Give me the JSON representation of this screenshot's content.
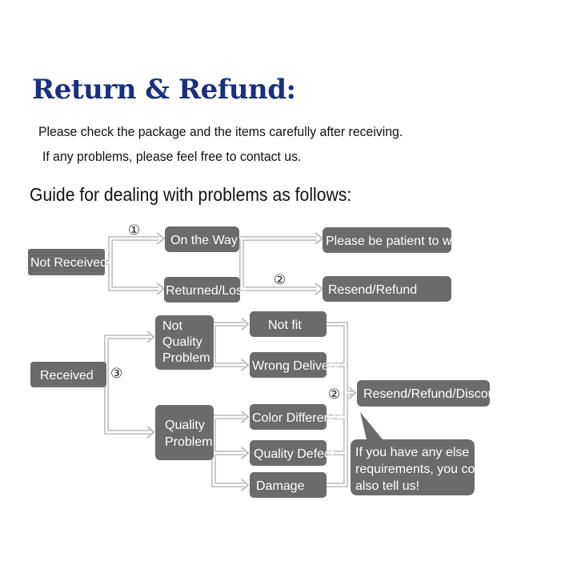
{
  "title": "Return & Refund:",
  "intro_line1": "Please check the package and the items carefully after receiving.",
  "intro_line2": "If any problems, please feel free to contact us.",
  "guide_heading": "Guide for dealing with problems as follows:",
  "markers": {
    "one": "①",
    "two": "②",
    "three": "③"
  },
  "nodes": {
    "not_received": "Not Received",
    "on_the_way": "On the Way",
    "returned_lost": "Returned/Lost",
    "please_wait": "Please be patient to wait",
    "resend_refund": "Resend/Refund",
    "received": "Received",
    "not_quality_problem": [
      "Not",
      "Quality",
      "Problem"
    ],
    "quality_problem": [
      "Quality",
      "Problem"
    ],
    "not_fit": "Not fit",
    "wrong_delivery": "Wrong Delivery",
    "color_difference": "Color Difference",
    "quality_defect": "Quality Defect",
    "damage": "Damage",
    "resend_refund_discount": "Resend/Refund/Discount",
    "note": [
      "If you have any else",
      "requirements, you could",
      "also tell us!"
    ]
  },
  "colors": {
    "title": "#1a2f80",
    "box": "#6b6b6b",
    "connector": "#c4c4c4"
  }
}
